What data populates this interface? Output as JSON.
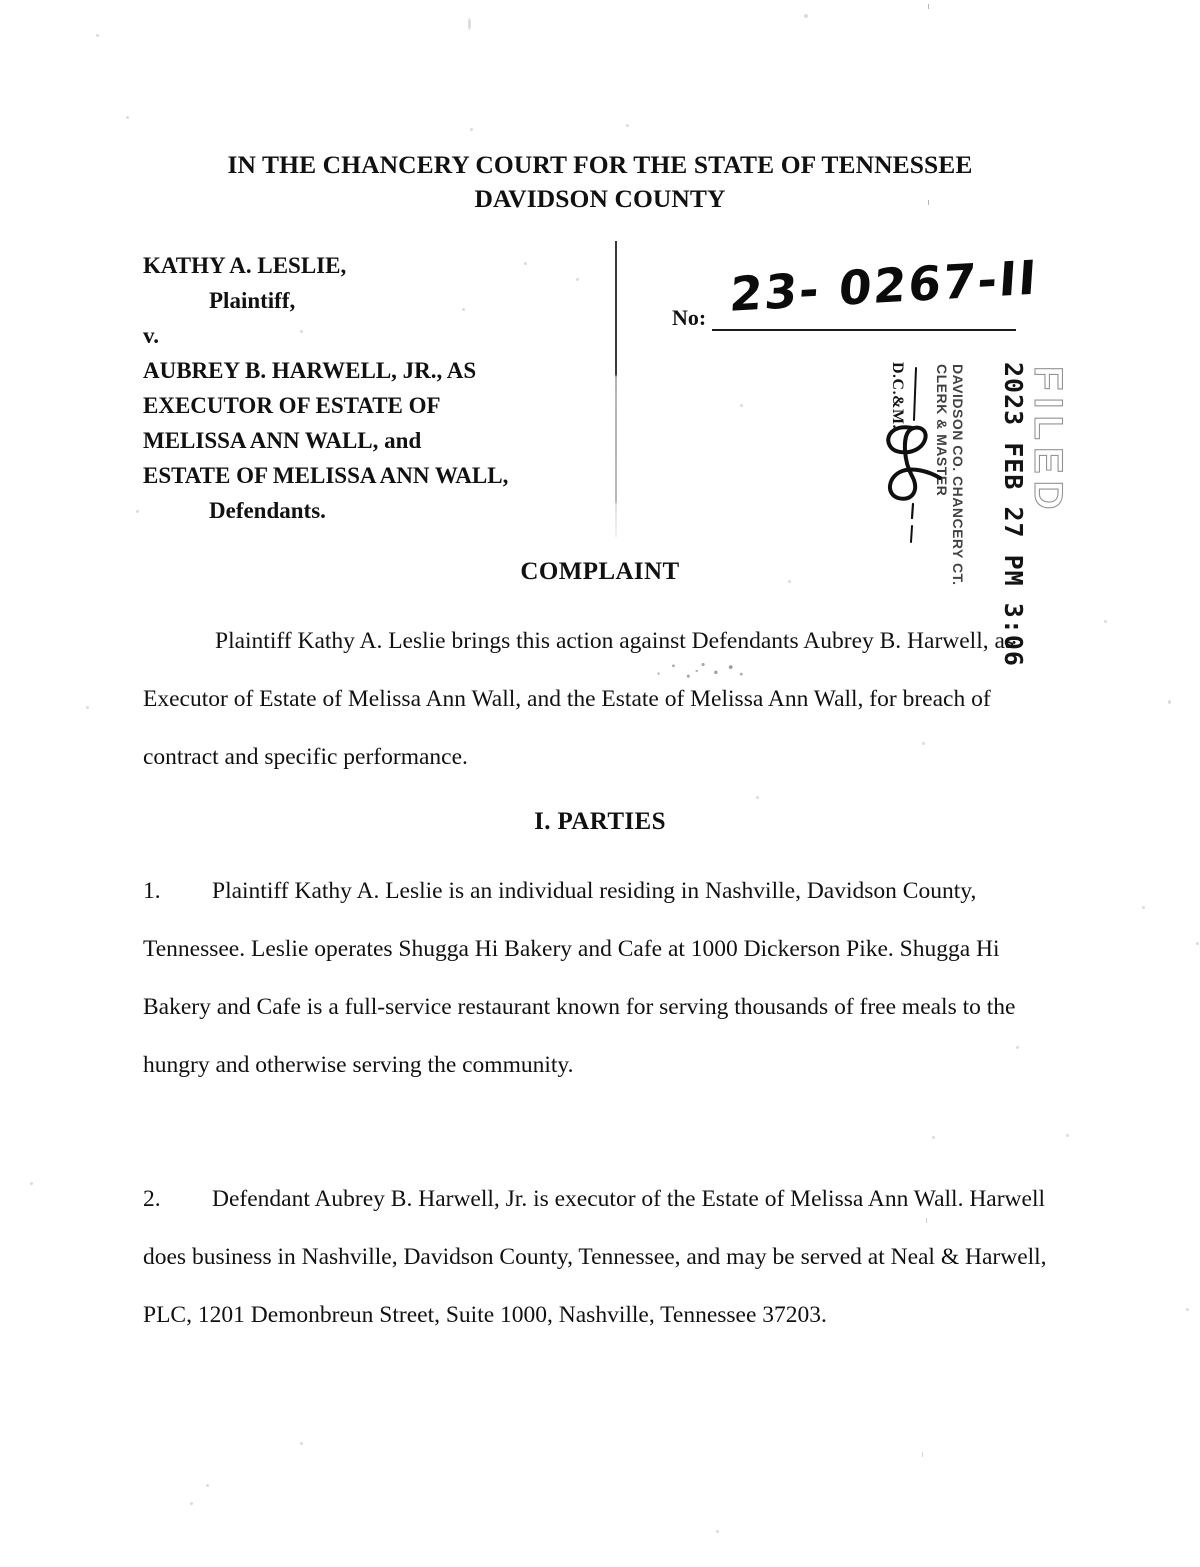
{
  "document": {
    "court_header_line1": "IN THE CHANCERY COURT FOR THE STATE OF TENNESSEE",
    "court_header_line2": "DAVIDSON COUNTY"
  },
  "caption": {
    "plaintiff_name": "KATHY A. LESLIE,",
    "plaintiff_role": "Plaintiff,",
    "versus": "v.",
    "defendant_line1": "AUBREY B. HARWELL, JR., AS",
    "defendant_line2": "EXECUTOR OF ESTATE OF",
    "defendant_line3": "MELISSA ANN WALL, and",
    "defendant_line4": "ESTATE OF MELISSA ANN WALL,",
    "defendant_role": "Defendants."
  },
  "case_number": {
    "label": "No:",
    "handwritten_value": "23- 0267-II"
  },
  "filing_stamp": {
    "filed_text": "FILED",
    "date_text": "2023 FEB 27  PM 3:06",
    "clerk_line1": "CLERK & MASTER",
    "clerk_line2": "DAVIDSON CO. CHANCERY CT.",
    "deputy_initials": "D.C.&M.",
    "signature": "clerk-signature"
  },
  "headings": {
    "complaint": "COMPLAINT",
    "parties": "I.  PARTIES"
  },
  "intro_paragraph": "Plaintiff Kathy A. Leslie brings this action against Defendants Aubrey B. Harwell, as Executor of Estate of Melissa Ann Wall, and the Estate of Melissa Ann Wall, for breach of contract and specific performance.",
  "paragraphs": [
    {
      "number": "1.",
      "text": "Plaintiff Kathy A. Leslie is an individual residing in Nashville, Davidson County, Tennessee. Leslie operates Shugga Hi Bakery and Cafe at 1000 Dickerson Pike. Shugga Hi Bakery and Cafe is a full-service restaurant known for serving thousands of free meals to the hungry and otherwise serving the community."
    },
    {
      "number": "2.",
      "text": "Defendant Aubrey B. Harwell, Jr. is executor of the Estate of Melissa Ann Wall. Harwell does business in Nashville, Davidson County, Tennessee, and may be served at Neal & Harwell, PLC, 1201 Demonbreun Street, Suite 1000, Nashville, Tennessee 37203."
    }
  ],
  "colors": {
    "page_background": "#ffffff",
    "ink": "#111111",
    "stamp_ink": "#141414"
  }
}
